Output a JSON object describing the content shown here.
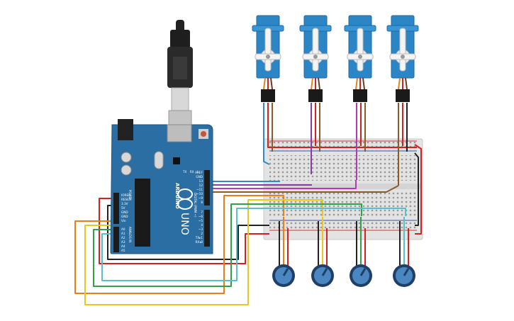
{
  "arduino": {
    "brand": "ARDUINO",
    "model": "UNO",
    "power_header_labels": [
      "IOREF",
      "RESET",
      "3.3V",
      "5V",
      "GND",
      "GND",
      "Vin"
    ],
    "analog_header_labels": [
      "A0",
      "A1",
      "A2",
      "A3",
      "A4",
      "A5"
    ],
    "digital_header_top_labels": [
      "AREF",
      "GND",
      "13",
      "12",
      "~11",
      "~10",
      "~9",
      "8"
    ],
    "digital_header_bottom_labels": [
      "7",
      "~6",
      "~5",
      "4",
      "~3",
      "2",
      "TX▸1",
      "RX◂0"
    ],
    "power_section_label": "POWER",
    "analog_section_label": "ANALOG IN",
    "digital_section_label": "DIGITAL (PWM ~)",
    "led_labels": [
      "TX",
      "RX",
      "L"
    ],
    "usb_icon": "usb-plug-icon"
  },
  "servos": {
    "count": 4,
    "icon": "micro-servo-icon"
  },
  "potentiometers": {
    "count": 4,
    "icon": "rotary-potentiometer-icon"
  },
  "breadboard": {
    "icon": "half-size-breadboard"
  },
  "colors": {
    "board": "#2a6ea3",
    "servo_body": "#2c86c6",
    "breadboard": "#e3e3e3",
    "wire_red": "#d32020",
    "wire_black": "#222222",
    "wire_orange": "#e8801a",
    "wire_yellow": "#e8c81a",
    "wire_green": "#2fa14a",
    "wire_teal": "#58c0c8",
    "wire_blue": "#2e8ac8",
    "wire_purple": "#8a3aa6",
    "wire_magenta": "#b03ab8",
    "wire_brown": "#8b5a2b"
  }
}
